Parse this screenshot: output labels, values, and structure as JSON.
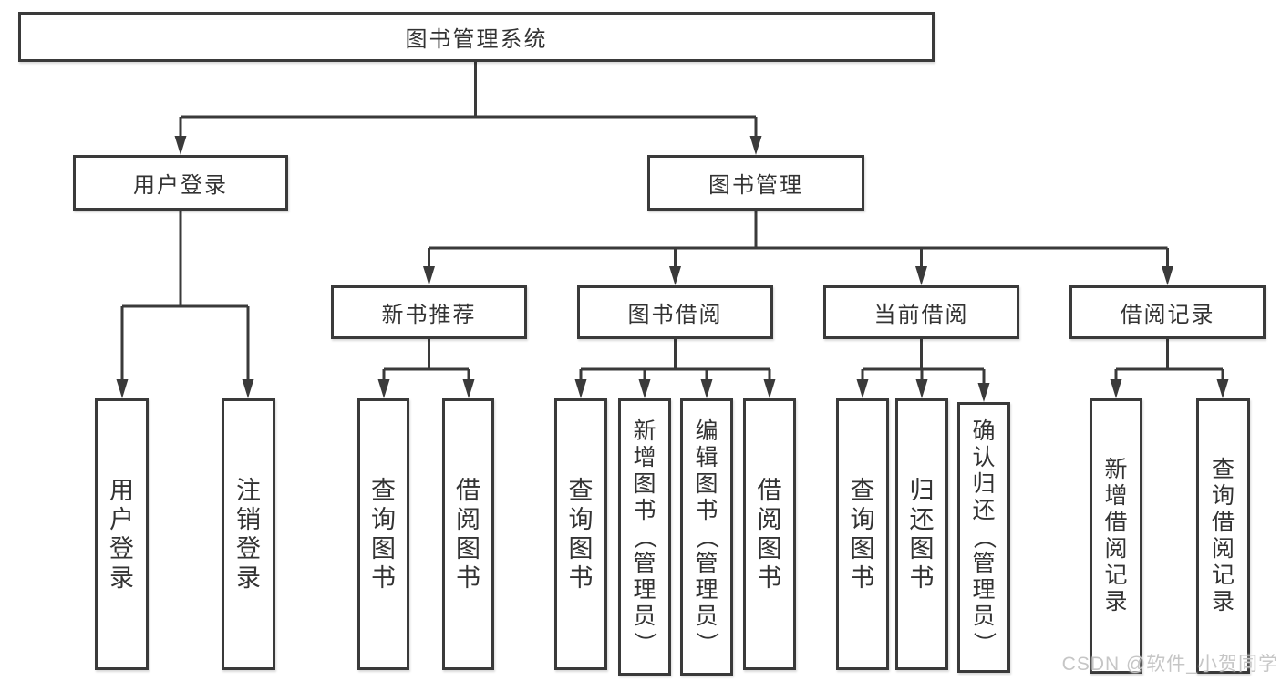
{
  "diagram": {
    "root": {
      "label": "图书管理系统"
    },
    "branches": [
      {
        "label": "用户登录",
        "children": [
          {
            "label": "用户登录"
          },
          {
            "label": "注销登录"
          }
        ]
      },
      {
        "label": "图书管理",
        "children": [
          {
            "label": "新书推荐",
            "children": [
              {
                "label": "查询图书"
              },
              {
                "label": "借阅图书"
              }
            ]
          },
          {
            "label": "图书借阅",
            "children": [
              {
                "label": "查询图书"
              },
              {
                "label": "新增图书（管理员）"
              },
              {
                "label": "编辑图书（管理员）"
              },
              {
                "label": "借阅图书"
              }
            ]
          },
          {
            "label": "当前借阅",
            "children": [
              {
                "label": "查询图书"
              },
              {
                "label": "归还图书"
              },
              {
                "label": "确认归还（管理员）"
              }
            ]
          },
          {
            "label": "借阅记录",
            "children": [
              {
                "label": "新增借阅记录"
              },
              {
                "label": "查询借阅记录"
              }
            ]
          }
        ]
      }
    ]
  },
  "watermark": {
    "text": "CSDN @软件_小贺同学"
  },
  "colors": {
    "line": "#3a3a3a",
    "box_border": "#3a3a3a",
    "text": "#333333",
    "background": "#ffffff",
    "watermark": "#c6c6c6"
  }
}
